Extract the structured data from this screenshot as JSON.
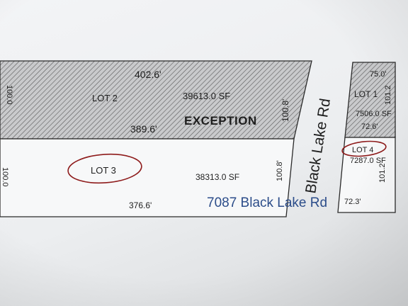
{
  "lots": {
    "lot2": {
      "name": "LOT  2",
      "area": "39613.0 SF",
      "top": "402.6'",
      "bottom": "389.6'",
      "left": "100.0",
      "right": "100.8'"
    },
    "exception": "EXCEPTION",
    "lot3": {
      "name": "LOT  3",
      "area": "38313.0 SF",
      "bottom": "376.6'",
      "left": "100.0",
      "right": "100.8'"
    },
    "lot1": {
      "name": "LOT  1",
      "area": "7506.0 SF",
      "top": "75.0'",
      "bottom": "72.6'",
      "right": "101.2"
    },
    "lot4": {
      "name": "LOT  4",
      "area": "7287.0 SF",
      "bottom": "72.3'",
      "right": "101.2"
    }
  },
  "road": {
    "name": "Black Lake Rd"
  },
  "address": "7087 Black Lake Rd",
  "colors": {
    "line": "#2a2a2a",
    "hatch": "#4a4a4a",
    "address": "#2c4d8a",
    "circle": "#8e1b1b"
  }
}
